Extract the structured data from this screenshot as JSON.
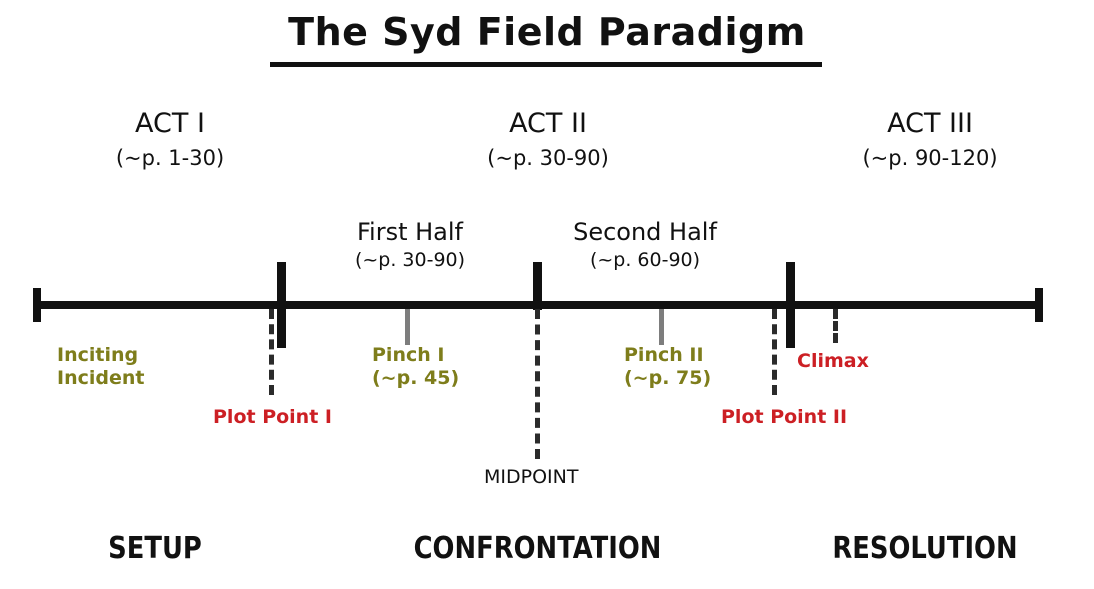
{
  "title": "The Syd Field Paradigm",
  "acts": [
    {
      "name": "ACT I",
      "pages": "(~p. 1-30)"
    },
    {
      "name": "ACT II",
      "pages": "(~p. 30-90)"
    },
    {
      "name": "ACT III",
      "pages": "(~p. 90-120)"
    }
  ],
  "halves": [
    {
      "name": "First Half",
      "pages": "(~p. 30-90)"
    },
    {
      "name": "Second Half",
      "pages": "(~p. 60-90)"
    }
  ],
  "beats": [
    {
      "name": "Inciting",
      "name2": "Incident",
      "pages": "",
      "color": "olive"
    },
    {
      "name": "Plot Point I",
      "pages": "",
      "color": "red"
    },
    {
      "name": "Pinch I",
      "pages": "(~p. 45)",
      "color": "olive"
    },
    {
      "name": "MIDPOINT",
      "pages": "",
      "color": "black"
    },
    {
      "name": "Pinch II",
      "pages": "(~p. 75)",
      "color": "olive"
    },
    {
      "name": "Plot Point II",
      "pages": "",
      "color": "red"
    },
    {
      "name": "Climax",
      "pages": "",
      "color": "red"
    }
  ],
  "phases": [
    {
      "label": "SETUP"
    },
    {
      "label": "CONFRONTATION"
    },
    {
      "label": "RESOLUTION"
    }
  ],
  "colors": {
    "olive": "#7e7d1b",
    "red": "#cc1f24",
    "black": "#111111",
    "pinch_tick": "#7d7d7d",
    "background": "#ffffff"
  }
}
